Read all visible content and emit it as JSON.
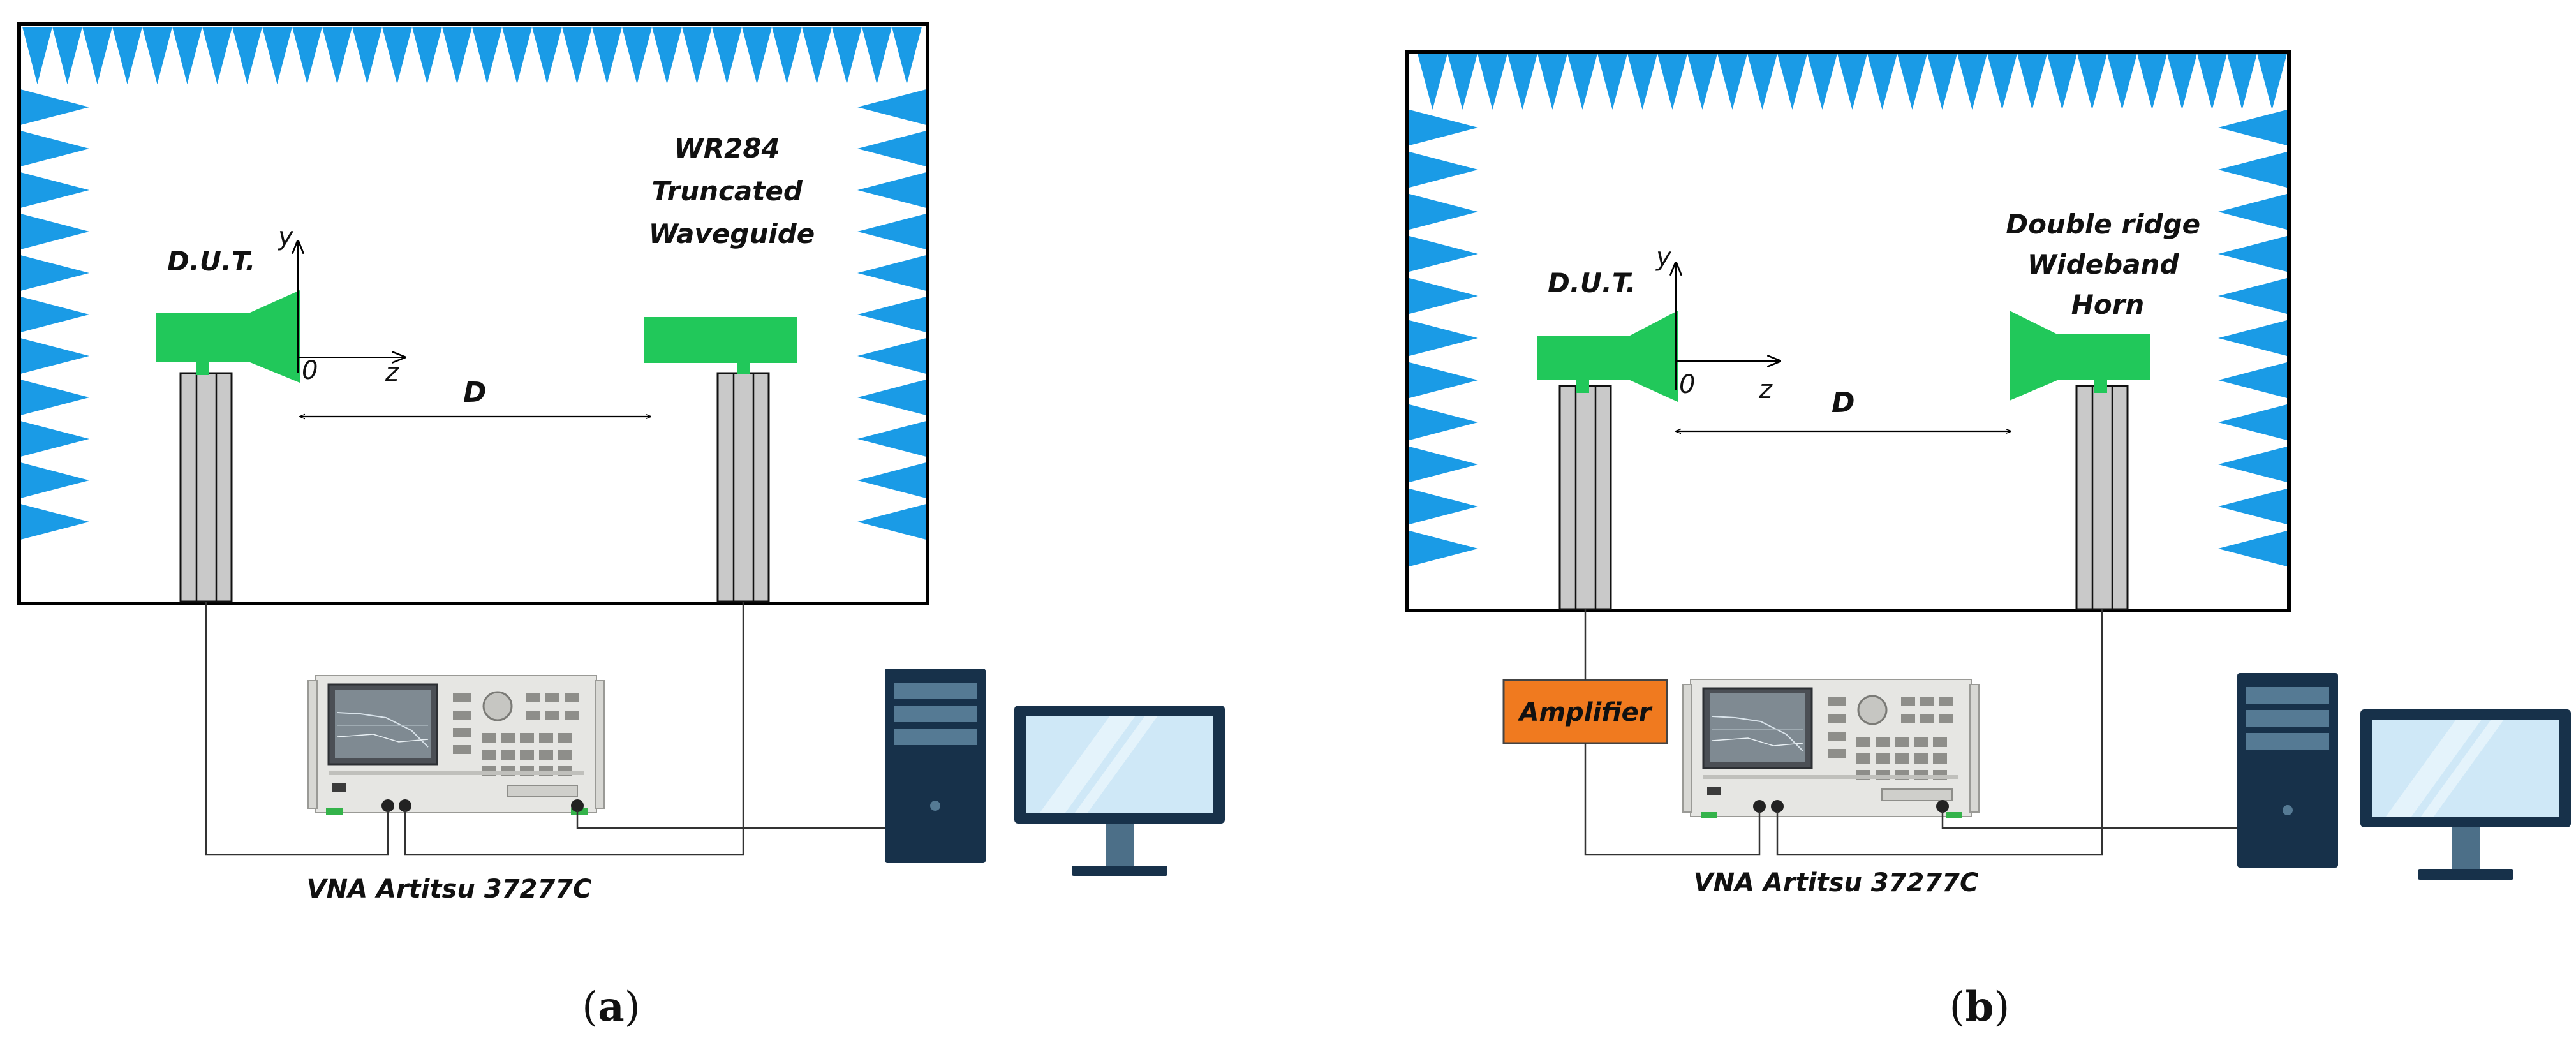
{
  "colors": {
    "absorber": "#1a9be6",
    "antenna": "#21c85a",
    "mast": "#c9c9c9",
    "amplifier": "#f07a1f",
    "chamber_border": "#000000",
    "computer": "#17314a"
  },
  "panel_a": {
    "dut_label": "D.U.T.",
    "probe_label": [
      "WR284",
      "Truncated",
      "Waveguide"
    ],
    "axis_y": "y",
    "axis_z": "z",
    "origin": "0",
    "distance": "D",
    "vna_label": "VNA Artitsu 37277C",
    "caption_open": "(",
    "caption_letter": "a",
    "caption_close": ")"
  },
  "panel_b": {
    "dut_label": "D.U.T.",
    "probe_label": [
      "Double ridge",
      "Wideband",
      "Horn"
    ],
    "axis_y": "y",
    "axis_z": "z",
    "origin": "0",
    "distance": "D",
    "amplifier_label": "Amplifier",
    "vna_label": "VNA Artitsu 37277C",
    "caption_open": "(",
    "caption_letter": "b",
    "caption_close": ")"
  }
}
